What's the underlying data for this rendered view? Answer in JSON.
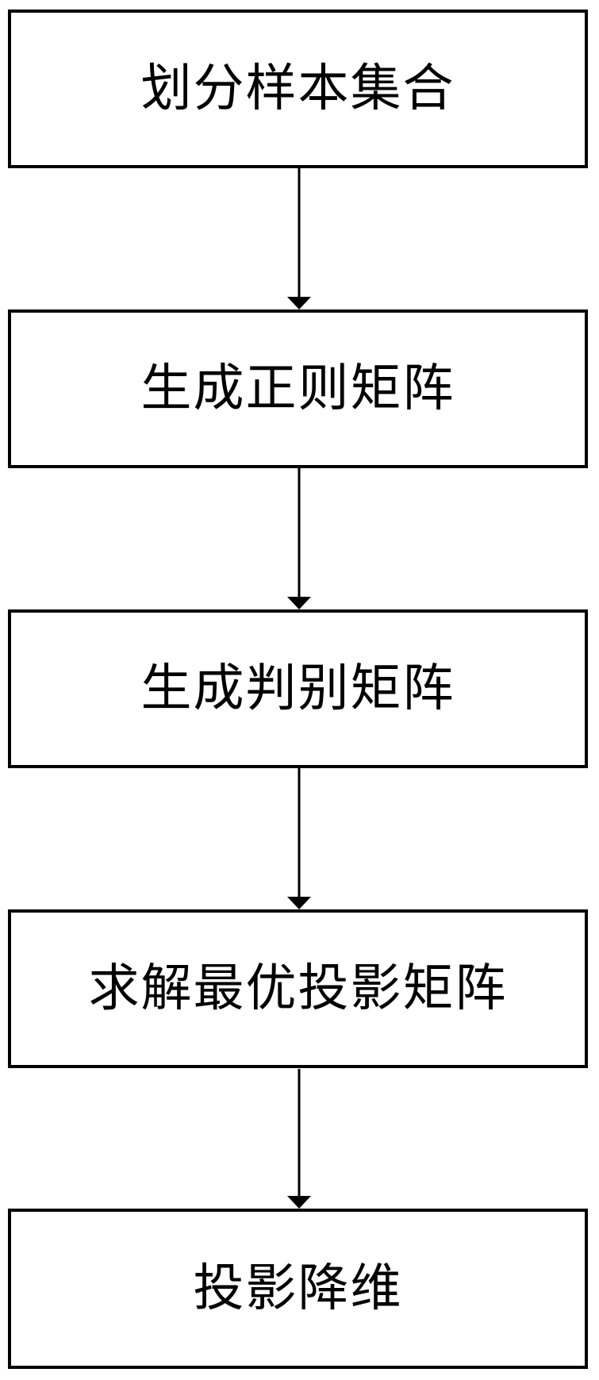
{
  "flowchart": {
    "title": "dimensionality-reduction-method-flowchart",
    "colors": {
      "background": "#ffffff",
      "box_fill": "#ffffff",
      "box_border": "#000000",
      "text": "#000000",
      "arrow": "#000000"
    },
    "steps": [
      {
        "label": "划分样本集合"
      },
      {
        "label": "生成正则矩阵"
      },
      {
        "label": "生成判别矩阵"
      },
      {
        "label": "求解最优投影矩阵"
      },
      {
        "label": "投影降维"
      }
    ],
    "connections": [
      {
        "from": 0,
        "to": 1,
        "type": "arrow-down"
      },
      {
        "from": 1,
        "to": 2,
        "type": "arrow-down"
      },
      {
        "from": 2,
        "to": 3,
        "type": "arrow-down"
      },
      {
        "from": 3,
        "to": 4,
        "type": "arrow-down"
      }
    ]
  }
}
